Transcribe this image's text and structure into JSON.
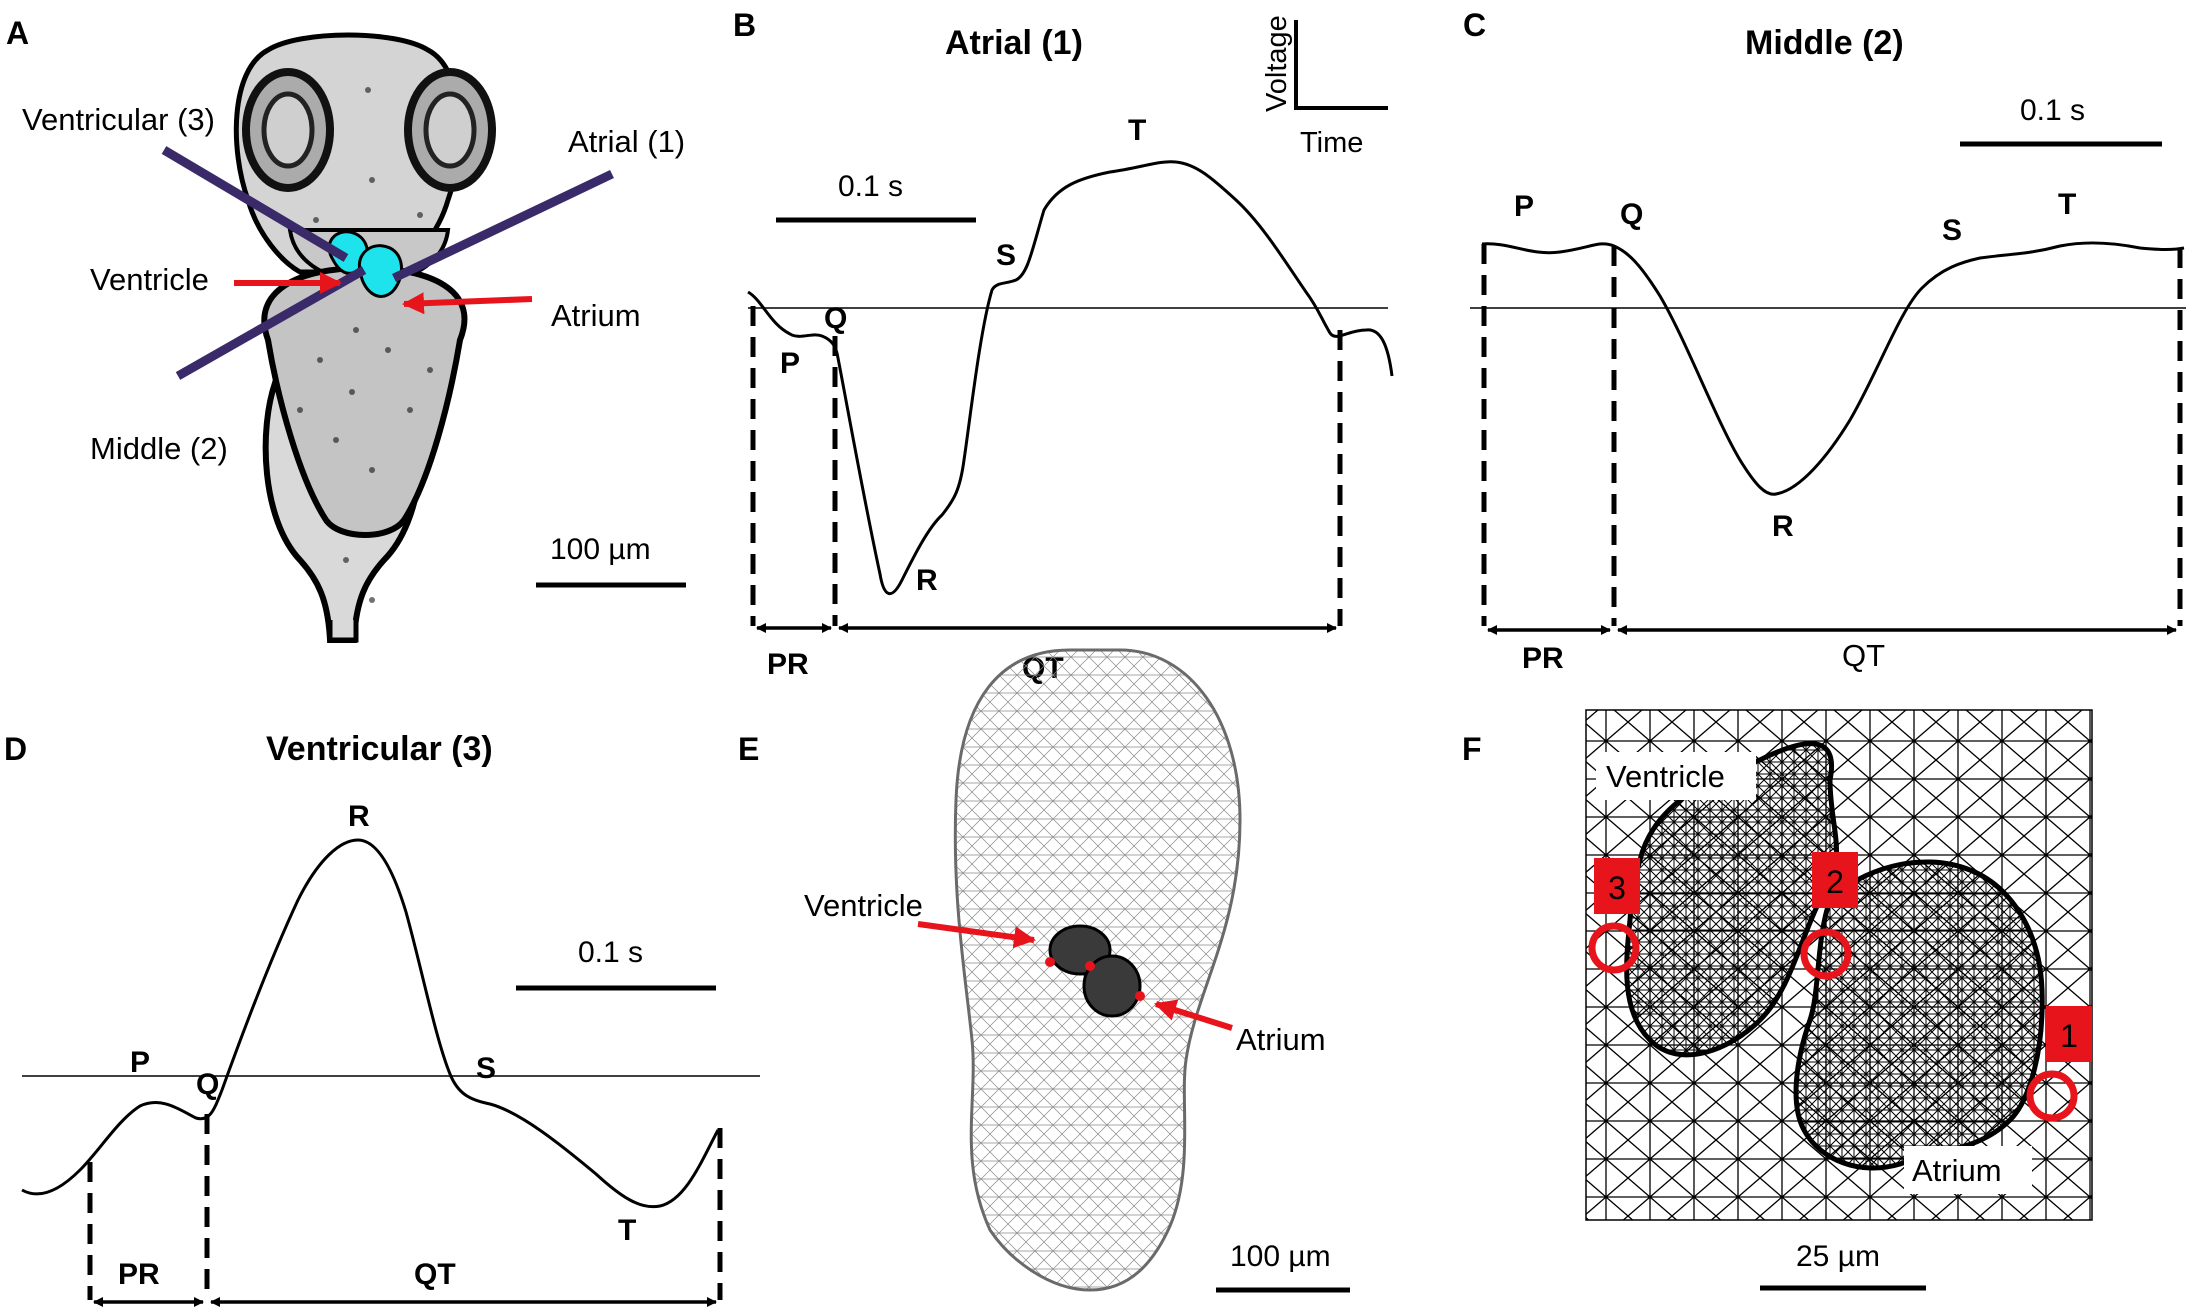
{
  "panels": {
    "A": {
      "label": "A",
      "electrodes": [
        "Ventricular (3)",
        "Atrial (1)",
        "Middle (2)"
      ],
      "structures": [
        "Ventricle",
        "Atrium"
      ],
      "scale_bar": "100 µm"
    },
    "B": {
      "label": "B",
      "title": "Atrial (1)",
      "wave_labels": [
        "P",
        "Q",
        "R",
        "S",
        "T"
      ],
      "intervals": [
        "PR",
        "QT"
      ],
      "time_scale": "0.1 s",
      "axes_legend": {
        "y": "Voltage",
        "x": "Time"
      }
    },
    "C": {
      "label": "C",
      "title": "Middle (2)",
      "wave_labels": [
        "P",
        "Q",
        "R",
        "S",
        "T"
      ],
      "intervals": [
        "PR",
        "QT"
      ],
      "time_scale": "0.1 s"
    },
    "D": {
      "label": "D",
      "title": "Ventricular (3)",
      "wave_labels": [
        "P",
        "Q",
        "R",
        "S",
        "T"
      ],
      "intervals": [
        "PR",
        "QT"
      ],
      "time_scale": "0.1 s"
    },
    "E": {
      "label": "E",
      "structures": [
        "Ventricle",
        "Atrium"
      ],
      "scale_bar": "100 µm"
    },
    "F": {
      "label": "F",
      "structures": [
        "Ventricle",
        "Atrium"
      ],
      "electrode_markers": [
        "3",
        "2",
        "1"
      ],
      "scale_bar": "25 µm"
    }
  },
  "colors": {
    "heart_fill": "#1fe3ec",
    "arrow": "#e8141b",
    "marker": "#e8141b",
    "electrode": "#3a2a6a"
  }
}
